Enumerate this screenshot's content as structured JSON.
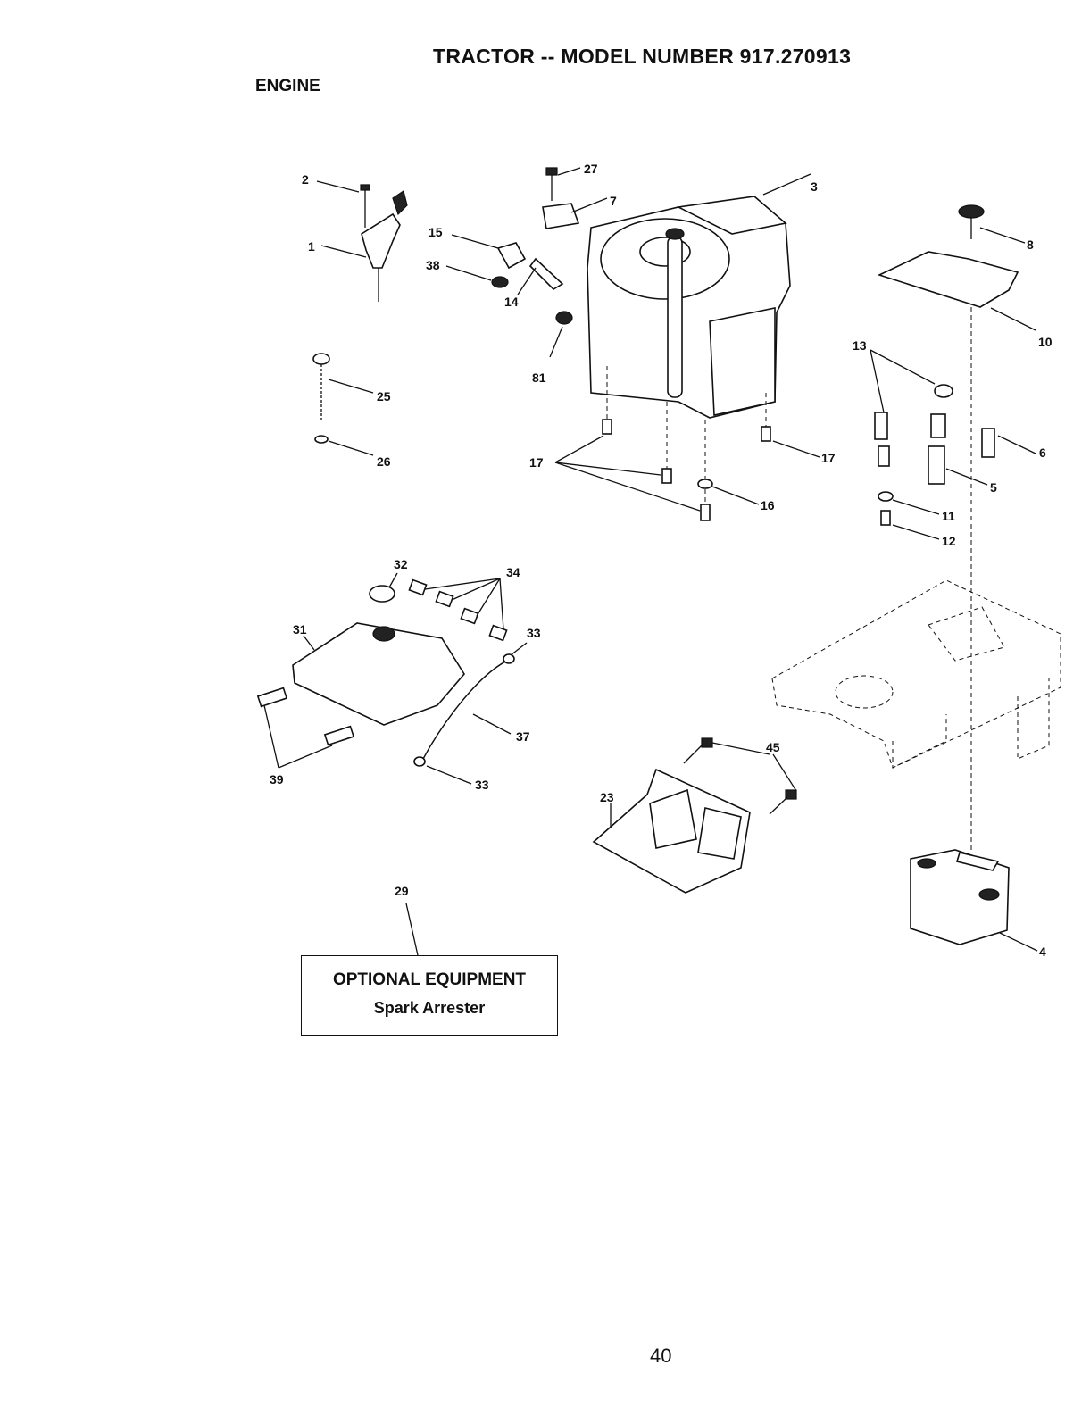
{
  "header": {
    "title": "TRACTOR -- MODEL NUMBER 917.270913",
    "section": "ENGINE"
  },
  "callouts": {
    "c1": "1",
    "c2": "2",
    "c3": "3",
    "c4": "4",
    "c5": "5",
    "c6": "6",
    "c7": "7",
    "c8": "8",
    "c10": "10",
    "c11": "11",
    "c12": "12",
    "c13": "13",
    "c14": "14",
    "c15": "15",
    "c16": "16",
    "c17a": "17",
    "c17b": "17",
    "c23": "23",
    "c25": "25",
    "c26": "26",
    "c27": "27",
    "c29": "29",
    "c31": "31",
    "c32": "32",
    "c33a": "33",
    "c33b": "33",
    "c34": "34",
    "c37": "37",
    "c38": "38",
    "c39": "39",
    "c45": "45",
    "c81": "81"
  },
  "optional_box": {
    "heading": "OPTIONAL EQUIPMENT",
    "item": "Spark Arrester"
  },
  "footer": {
    "page_number": "40"
  }
}
